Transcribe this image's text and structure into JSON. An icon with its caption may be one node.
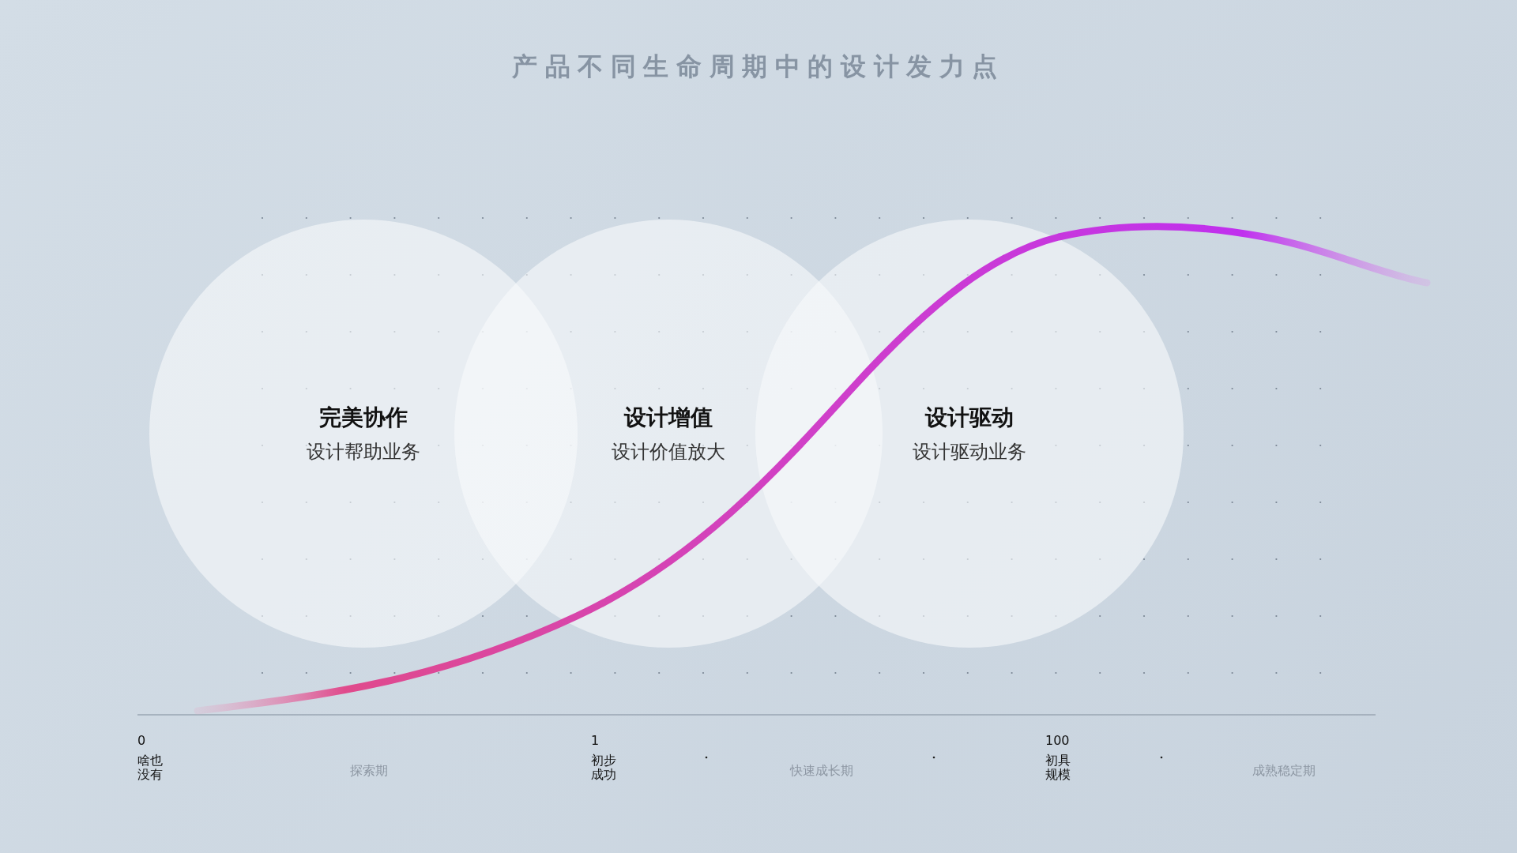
{
  "diagram": {
    "title": "产品不同生命周期中的设计发力点",
    "nodes": [
      {
        "text": [
          "完美协作",
          "设计帮助业务"
        ]
      },
      {
        "text": [
          "设计增值",
          "设计价值放大"
        ]
      },
      {
        "text": [
          "设计驱动",
          "设计驱动业务"
        ]
      }
    ],
    "labels": [
      "0",
      "啥也没有",
      "探索期",
      "1",
      "初步成功",
      "快速成长期",
      "100",
      "初具规模",
      "成熟稳定期"
    ]
  }
}
